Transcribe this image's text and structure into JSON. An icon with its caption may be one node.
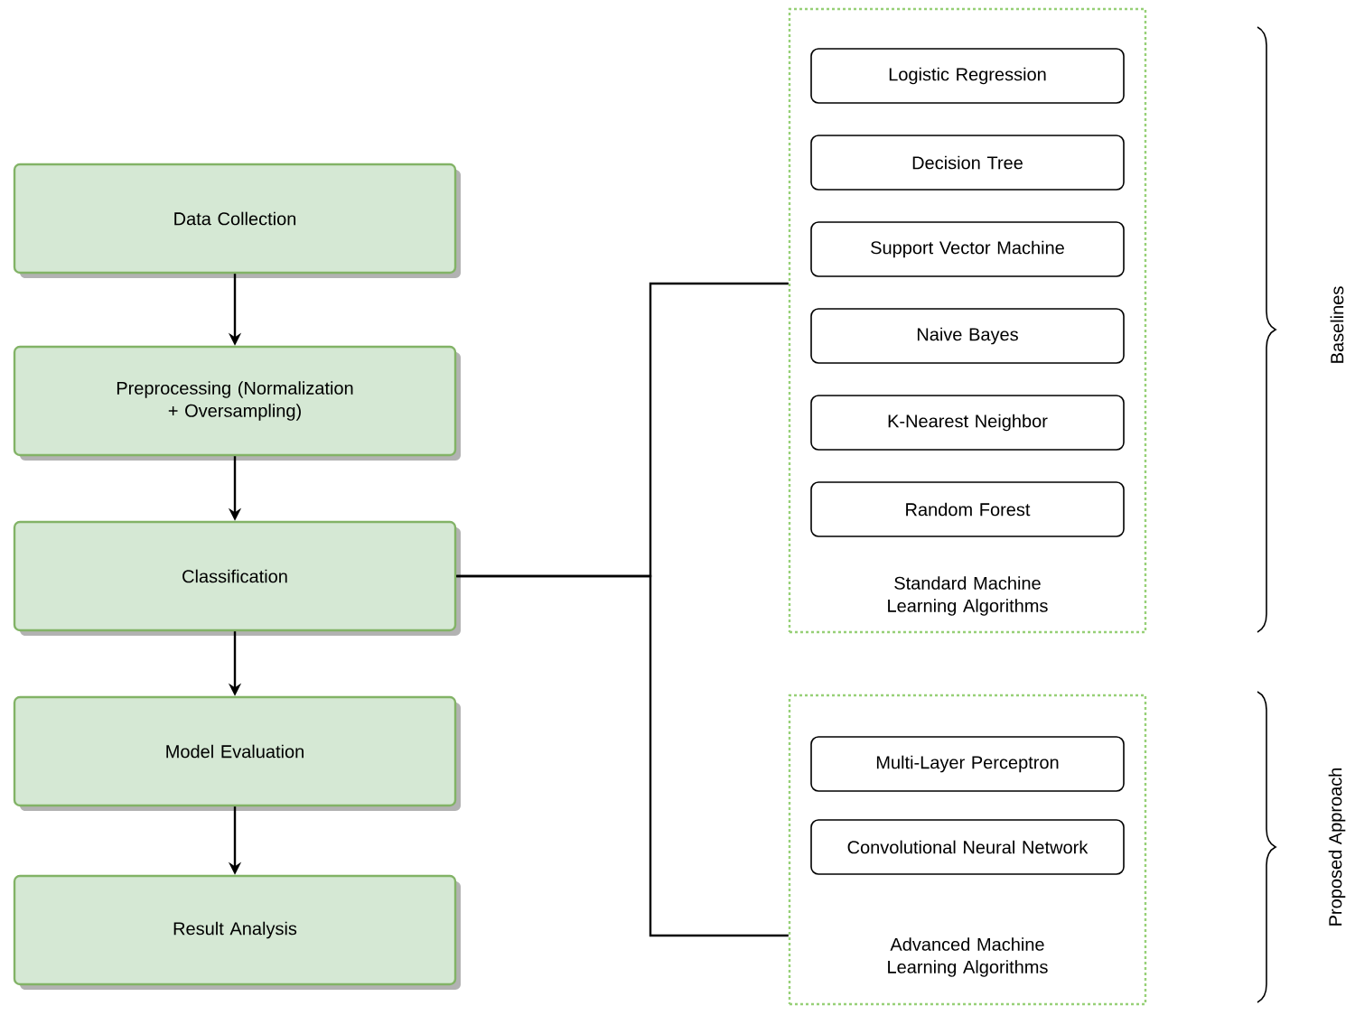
{
  "diagram": {
    "nodes": [
      {
        "text": [
          "Data Collection"
        ]
      },
      {
        "text": [
          "Preprocessing (Normalization + Oversampling)"
        ]
      },
      {
        "text": [
          "Classification"
        ]
      },
      {
        "text": [
          "Model Evaluation"
        ]
      },
      {
        "text": [
          "Result Analysis"
        ]
      },
      {
        "text": [
          "Standard Machine Learning Algorithms"
        ]
      },
      {
        "text": [
          "Logistic Regression"
        ],
        "in": 5
      },
      {
        "text": [
          "Decision Tree"
        ],
        "in": 5
      },
      {
        "text": [
          "Support Vector Machine"
        ],
        "in": 5
      },
      {
        "text": [
          "Naive Bayes"
        ],
        "in": 5
      },
      {
        "text": [
          "K-Nearest Neighbor"
        ],
        "in": 5
      },
      {
        "text": [
          "Random Forest"
        ],
        "in": 5
      },
      {
        "text": [
          "Advanced Machine Learning Algorithms"
        ]
      },
      {
        "text": [
          "Multi-Layer Perceptron"
        ],
        "in": 12
      },
      {
        "text": [
          "Convolutional Neural Network"
        ],
        "in": 12
      }
    ],
    "edges": [
      {
        "from": 0,
        "to": 1,
        "arrow": "to"
      },
      {
        "from": 1,
        "to": 2,
        "arrow": "to"
      },
      {
        "from": 2,
        "to": 3,
        "arrow": "to"
      },
      {
        "from": 3,
        "to": 4,
        "arrow": "to"
      },
      {
        "from": 2,
        "to": 5,
        "arrow": "none"
      },
      {
        "from": 2,
        "to": 12,
        "arrow": "none"
      }
    ],
    "labels": [
      "Baselines",
      "Proposed Approach"
    ]
  }
}
